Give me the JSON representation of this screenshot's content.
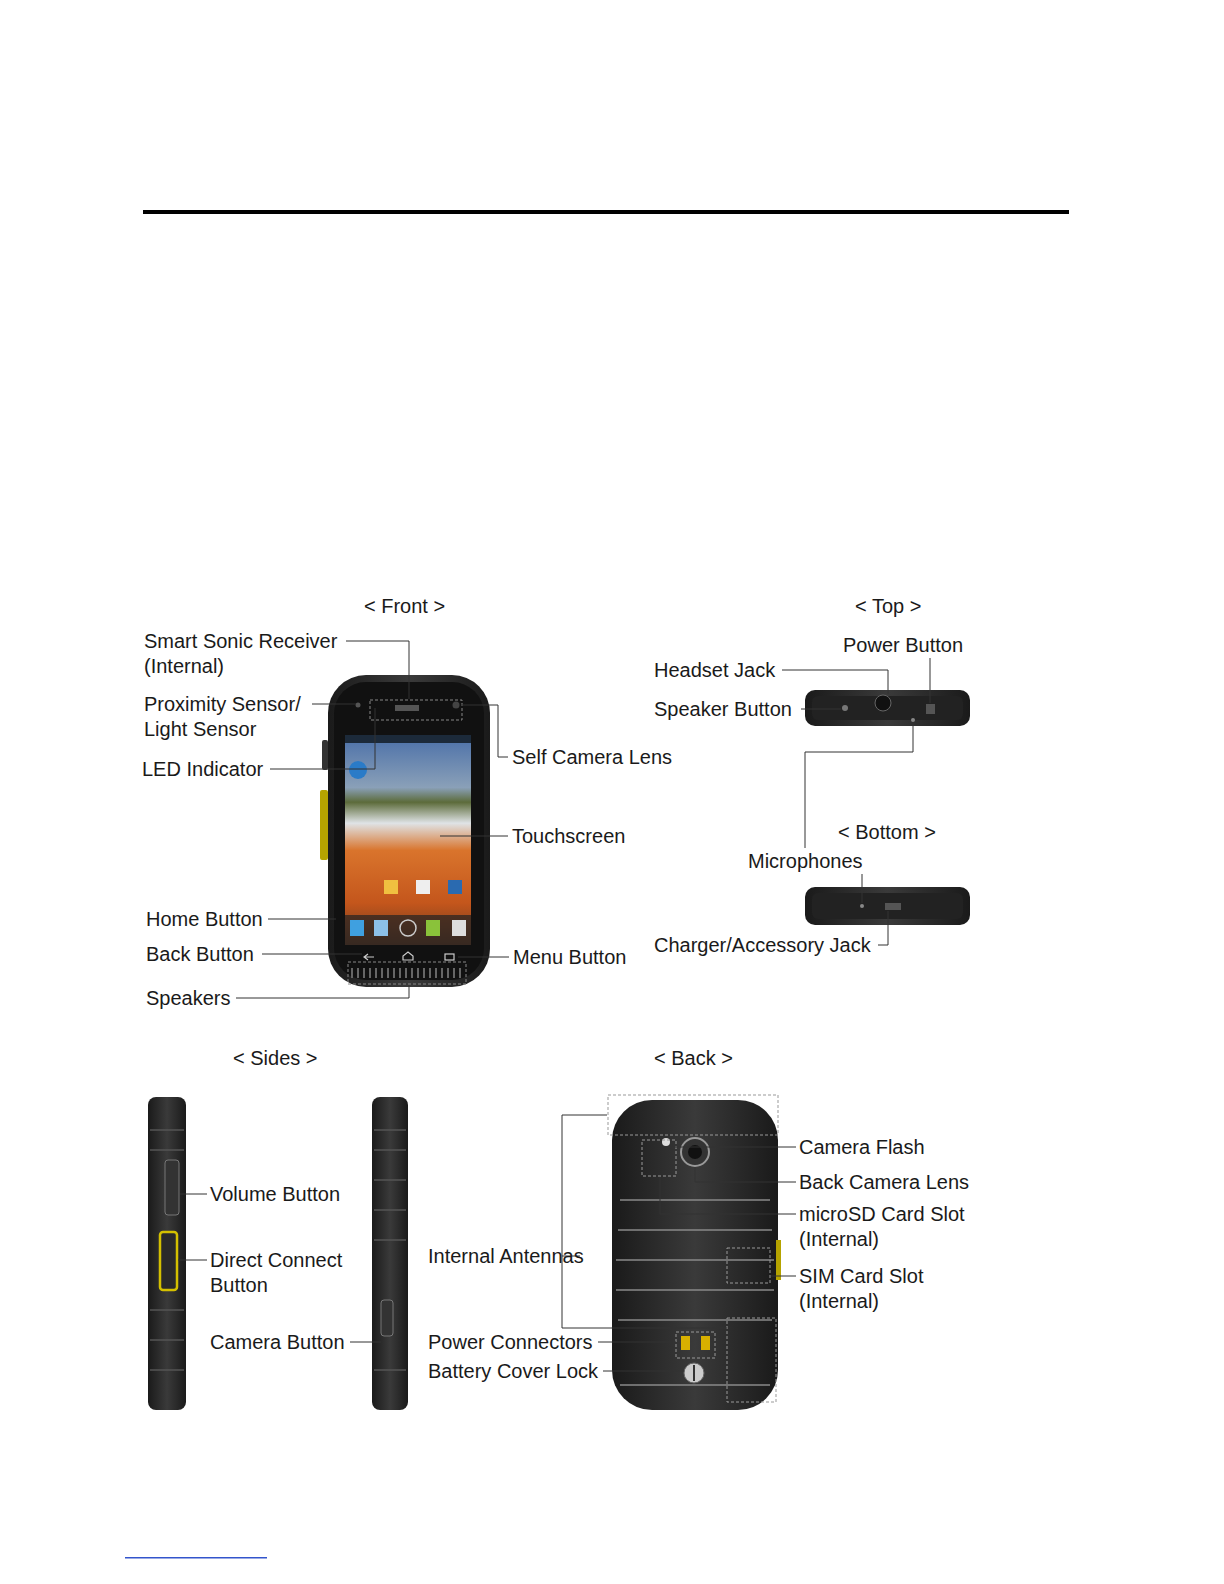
{
  "diagram": {
    "labels": [
      "< Front >",
      "Smart Sonic Receiver (Internal)",
      "Proximity Sensor/ Light Sensor",
      "LED Indicator",
      "Self Camera Lens",
      "Touchscreen",
      "Home Button",
      "Back Button",
      "Menu Button",
      "Speakers",
      "< Top >",
      "Power Button",
      "Headset Jack",
      "Speaker Button",
      "< Bottom >",
      "Microphones",
      "Charger/Accessory Jack",
      "< Sides >",
      "Volume Button",
      "Direct Connect Button",
      "Camera Button",
      "< Back >",
      "Camera Flash",
      "Back Camera Lens",
      "microSD Card Slot (Internal)",
      "SIM Card Slot (Internal)",
      "Internal Antennas",
      "Power Connectors",
      "Battery Cover Lock"
    ]
  }
}
